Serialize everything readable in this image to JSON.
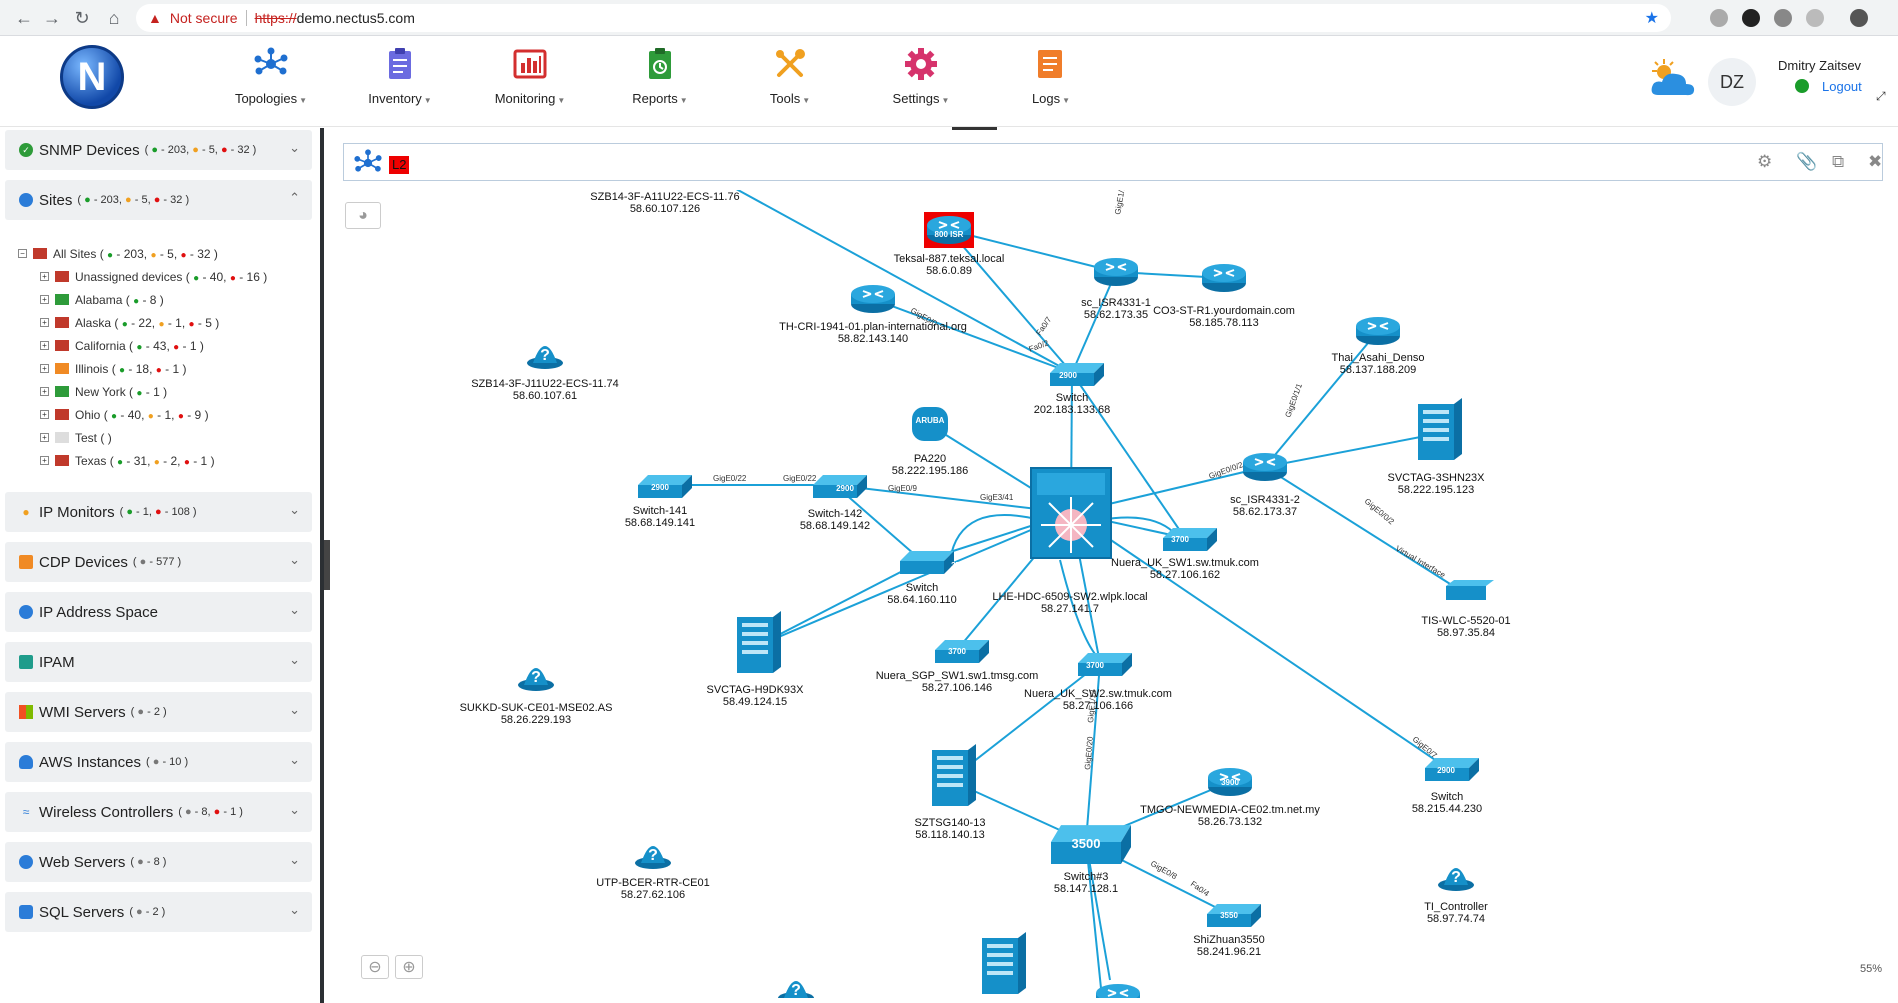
{
  "browser": {
    "not_secure": "Not secure",
    "url_scheme": "https://",
    "url_host": "demo.nectus5.com"
  },
  "logo_letter": "N",
  "menu": [
    {
      "label": "Topologies",
      "icon": "topology-icon",
      "color": "#1f6fd0"
    },
    {
      "label": "Inventory",
      "icon": "inventory-icon",
      "color": "#5b5bd6"
    },
    {
      "label": "Monitoring",
      "icon": "monitoring-icon",
      "color": "#d32f2f"
    },
    {
      "label": "Reports",
      "icon": "reports-icon",
      "color": "#2e9b3a"
    },
    {
      "label": "Tools",
      "icon": "tools-icon",
      "color": "#f0a020"
    },
    {
      "label": "Settings",
      "icon": "settings-icon",
      "color": "#d6336c"
    },
    {
      "label": "Logs",
      "icon": "logs-icon",
      "color": "#f07d2a"
    }
  ],
  "user": {
    "initials": "DZ",
    "name": "Dmitry Zaitsev",
    "logout": "Logout"
  },
  "sidebar": {
    "snmp": {
      "label": "SNMP Devices",
      "green": "- 203,",
      "orange": "- 5,",
      "red": "- 32"
    },
    "sites": {
      "label": "Sites",
      "green": "- 203,",
      "orange": "- 5,",
      "red": "- 32"
    },
    "tree": [
      {
        "label": "All Sites",
        "counts": "( ● - 203,  ● - 5,  ● - 32 )",
        "flag": "#c0392b"
      },
      {
        "label": "Unassigned devices",
        "counts": "( ● - 40,  ● - 16 )",
        "flag": "#c0392b"
      },
      {
        "label": "Alabama",
        "counts": "( ● - 8 )",
        "flag": "#2e9b3a"
      },
      {
        "label": "Alaska",
        "counts": "( ● - 22,  ● - 1,  ● - 5 )",
        "flag": "#c0392b"
      },
      {
        "label": "California",
        "counts": "( ● - 43,  ● - 1 )",
        "flag": "#c0392b"
      },
      {
        "label": "Illinois",
        "counts": "( ● - 18,  ● - 1 )",
        "flag": "#f08a24"
      },
      {
        "label": "New York",
        "counts": "( ● - 1 )",
        "flag": "#2e9b3a"
      },
      {
        "label": "Ohio",
        "counts": "( ● - 40,  ● - 1,  ● - 9 )",
        "flag": "#c0392b"
      },
      {
        "label": "Test",
        "counts": "( )",
        "flag": "#cccccc"
      },
      {
        "label": "Texas",
        "counts": "( ● - 31,  ● - 2,  ● - 1 )",
        "flag": "#c0392b"
      }
    ],
    "ip_monitors": {
      "label": "IP Monitors",
      "green": "- 1,",
      "red": "- 108"
    },
    "cdp": {
      "label": "CDP Devices",
      "gray": "- 577"
    },
    "ip_space": {
      "label": "IP Address Space"
    },
    "ipam": {
      "label": "IPAM"
    },
    "wmi": {
      "label": "WMI Servers",
      "gray": "- 2"
    },
    "aws": {
      "label": "AWS Instances",
      "gray": "- 10"
    },
    "wireless": {
      "label": "Wireless Controllers",
      "gray": "- 8,",
      "red": "- 1"
    },
    "web": {
      "label": "Web Servers",
      "gray": "- 8"
    },
    "sql": {
      "label": "SQL Servers",
      "gray": "- 2"
    }
  },
  "toolbar": {
    "tag": "L2"
  },
  "zoom": "55%",
  "topology": {
    "nodes": [
      {
        "name": "SZB14-3F-A11U22-ECS-11.76",
        "ip": "58.60.107.126"
      },
      {
        "name": "Teksal-887.teksal.local",
        "ip": "58.6.0.89"
      },
      {
        "name": "sc_ISR4331-1",
        "ip": "58.62.173.35"
      },
      {
        "name": "CO3-ST-R1.yourdomain.com",
        "ip": "58.185.78.113"
      },
      {
        "name": "TH-CRI-1941-01.plan-international.org",
        "ip": "58.82.143.140"
      },
      {
        "name": "Thai_Asahi_Denso",
        "ip": "58.137.188.209"
      },
      {
        "name": "SZB14-3F-J11U22-ECS-11.74",
        "ip": "58.60.107.61"
      },
      {
        "name": "Switch",
        "ip": "202.183.133.68"
      },
      {
        "name": "PA220",
        "ip": "58.222.195.186"
      },
      {
        "name": "SVCTAG-3SHN23X",
        "ip": "58.222.195.123"
      },
      {
        "name": "sc_ISR4331-2",
        "ip": "58.62.173.37"
      },
      {
        "name": "Switch-141",
        "ip": "58.68.149.141"
      },
      {
        "name": "Switch-142",
        "ip": "58.68.149.142"
      },
      {
        "name": "Nuera_UK_SW1.sw.tmuk.com",
        "ip": "58.27.106.162"
      },
      {
        "name": "Switch",
        "ip": "58.64.160.110"
      },
      {
        "name": "LHE-HDC-6509-SW2.wlpk.local",
        "ip": "58.27.141.7"
      },
      {
        "name": "TIS-WLC-5520-01",
        "ip": "58.97.35.84"
      },
      {
        "name": "SUKKD-SUK-CE01-MSE02.AS",
        "ip": "58.26.229.193"
      },
      {
        "name": "SVCTAG-H9DK93X",
        "ip": "58.49.124.15"
      },
      {
        "name": "Nuera_SGP_SW1.sw1.tmsg.com",
        "ip": "58.27.106.146"
      },
      {
        "name": "Nuera_UK_SW2.sw.tmuk.com",
        "ip": "58.27.106.166"
      },
      {
        "name": "Switch",
        "ip": "58.215.44.230"
      },
      {
        "name": "SZTSG140-13",
        "ip": "58.118.140.13"
      },
      {
        "name": "TMGO-NEWMEDIA-CE02.tm.net.my",
        "ip": "58.26.73.132"
      },
      {
        "name": "UTP-BCER-RTR-CE01",
        "ip": "58.27.62.106"
      },
      {
        "name": "Switch#3",
        "ip": "58.147.128.1"
      },
      {
        "name": "ShiZhuan3550",
        "ip": "58.241.96.21"
      },
      {
        "name": "TI_Controller",
        "ip": "58.97.74.74"
      }
    ],
    "link_labels": [
      "GigE0/22",
      "GigE0/22",
      "GigE0/9",
      "GigE3/41",
      "GigE0/0",
      "Fa0/2",
      "Fa0/7",
      "GigE0/0/2",
      "GigE0/1/1",
      "GigE0/0/2",
      "Virtual Interface",
      "GigE0/7",
      "GigE0/20",
      "GigE0/8",
      "Fa0/4",
      "GigE1/13",
      "GigE1/1"
    ],
    "model_labels": [
      "2900",
      "2900",
      "2900",
      "3700",
      "3700",
      "3700",
      "3700",
      "2900",
      "3500",
      "3550",
      "3900",
      "800 ISR",
      "2900",
      "ARUBA"
    ]
  }
}
